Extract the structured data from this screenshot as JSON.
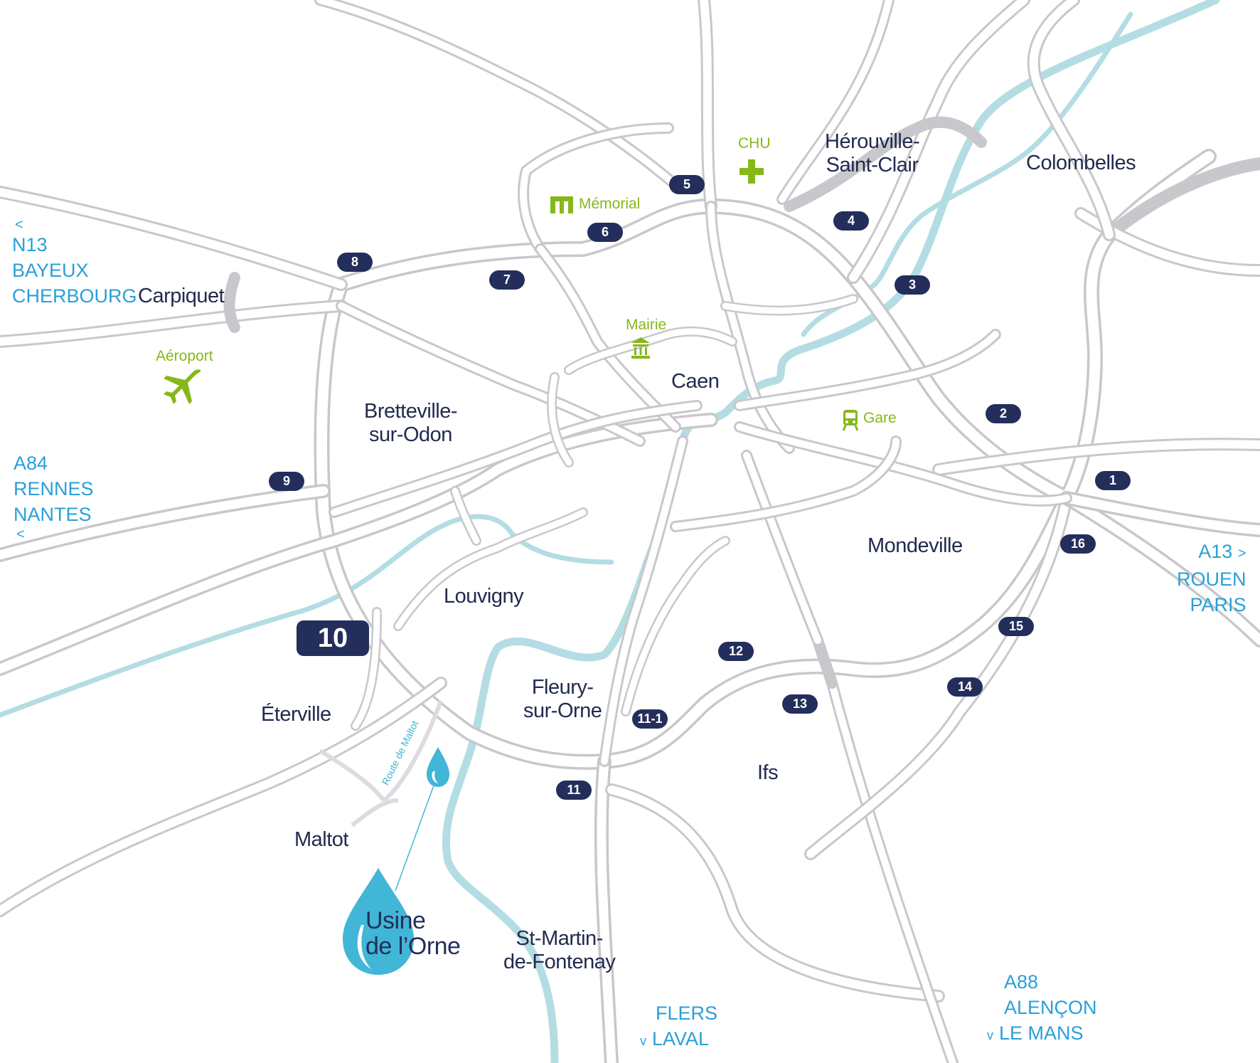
{
  "towns": {
    "carpiquet": "Carpiquet",
    "herouville": [
      "Hérouville-",
      "Saint-Clair"
    ],
    "colombelles": "Colombelles",
    "caen": "Caen",
    "bretteville": [
      "Bretteville-",
      "sur-Odon"
    ],
    "mondeville": "Mondeville",
    "louvigny": "Louvigny",
    "fleury": [
      "Fleury-",
      "sur-Orne"
    ],
    "eterville": "Éterville",
    "ifs": "Ifs",
    "maltot": "Maltot",
    "st_martin": [
      "St-Martin-",
      "de-Fontenay"
    ]
  },
  "destinations": {
    "west_top": {
      "arrow": "<",
      "lines": [
        "N13",
        "BAYEUX",
        "CHERBOURG"
      ]
    },
    "west_mid": {
      "lines": [
        "A84",
        "RENNES",
        "NANTES"
      ],
      "arrow": "<"
    },
    "east": {
      "arrow": ">",
      "lines": [
        "A13",
        "ROUEN",
        "PARIS"
      ]
    },
    "south": {
      "arrow": "v",
      "lines": [
        "FLERS",
        "LAVAL"
      ]
    },
    "southeast": {
      "arrow": "v",
      "lines": [
        "A88",
        "ALENÇON",
        "LE MANS"
      ]
    }
  },
  "pois": {
    "chu": "CHU",
    "memorial": "Mémorial",
    "mairie": "Mairie",
    "gare": "Gare",
    "aeroport": "Aéroport"
  },
  "exits": [
    "1",
    "2",
    "3",
    "4",
    "5",
    "6",
    "7",
    "8",
    "9",
    "11",
    "11-1",
    "12",
    "13",
    "14",
    "15",
    "16"
  ],
  "exit_main": "10",
  "site": {
    "name_line1": "Usine",
    "name_line2": "de l’Orne",
    "road": "Route de Maltot"
  },
  "colors": {
    "road": "#c8c8cc",
    "river": "#b3dde3",
    "town_text": "#222a4f",
    "destination_text": "#2a9fd8",
    "poi_green": "#86b81a",
    "badge": "#232e5b",
    "drop": "#42b6d6"
  },
  "icons": {
    "chu": "cross-icon",
    "memorial": "memorial-m-icon",
    "mairie": "town-hall-icon",
    "gare": "train-icon",
    "aeroport": "airplane-icon",
    "site": "water-drop-icon"
  }
}
